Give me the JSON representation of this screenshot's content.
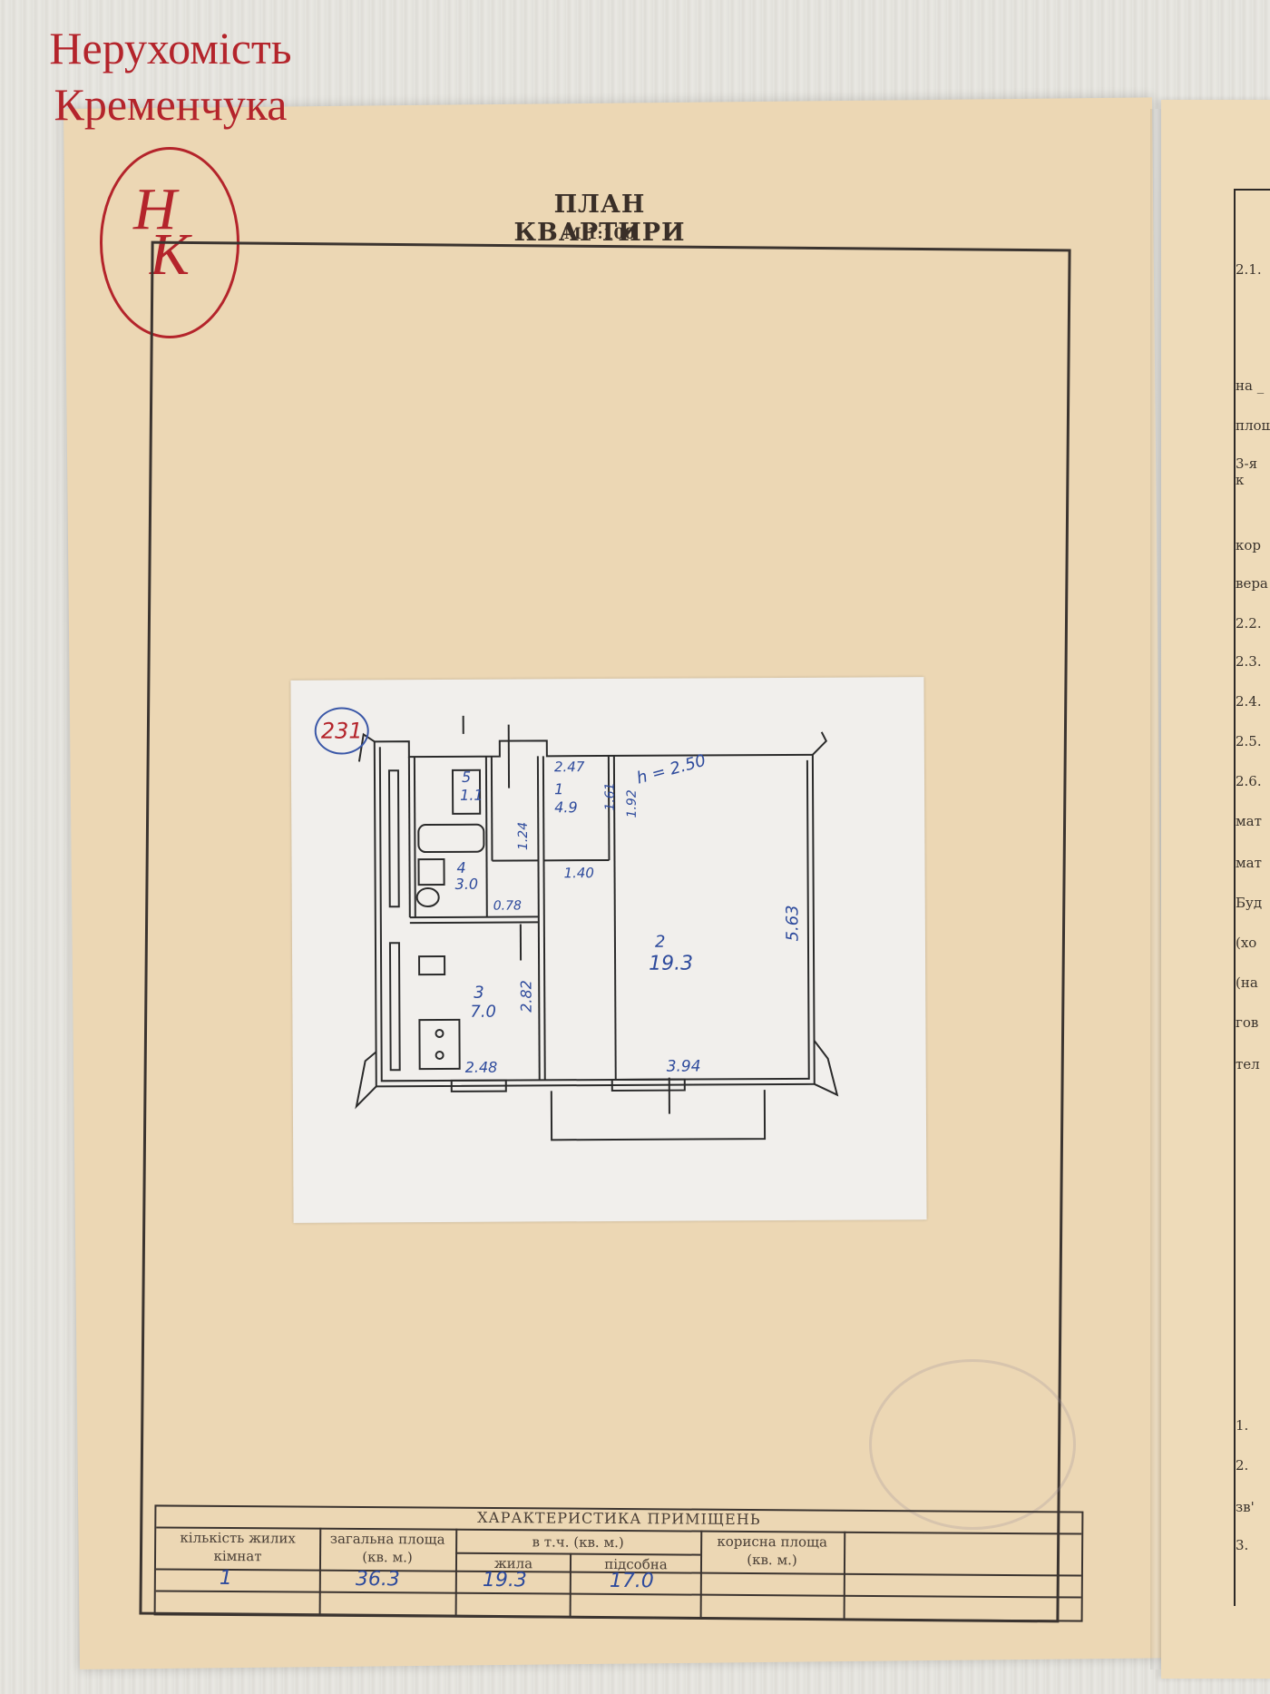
{
  "brand": {
    "line1": "Нерухомість",
    "line2": "Кременчука",
    "logo_l1": "Н",
    "logo_l2": "К"
  },
  "plan": {
    "title": "ПЛАН КВАРТИРИ",
    "scale": "М 1:100"
  },
  "floorplan": {
    "badge": "231",
    "height_note": "h = 2.50",
    "rooms": [
      {
        "number": "5",
        "area": "1.1"
      },
      {
        "number": "1",
        "area": "4.9"
      },
      {
        "number": "4",
        "area": "3.0"
      },
      {
        "number": "2",
        "area": "19.3"
      },
      {
        "number": "3",
        "area": "7.0"
      }
    ],
    "dimensions": [
      "2.47",
      "1.61",
      "1.92",
      "1.24",
      "1.40",
      "0.78",
      "5.63",
      "2.82",
      "2.48",
      "3.94"
    ]
  },
  "table": {
    "title": "ХАРАКТЕРИСТИКА ПРИМІЩЕНЬ",
    "col1": "кількість жилих кімнат",
    "col2": "загальна площа (кв. м.)",
    "col3": "в т.ч. (кв. м.)",
    "col3a": "жила",
    "col3b": "підсобна",
    "col4": "корисна площа (кв. м.)",
    "values": {
      "rooms": "1",
      "total": "36.3",
      "living": "19.3",
      "auxiliary": "17.0"
    }
  },
  "right_sheet": {
    "items": [
      "2.1.",
      "на _",
      "площ",
      "3-я к",
      "кор",
      "вера",
      "2.2.",
      "2.3.",
      "2.4.",
      "2.5.",
      "2.6.",
      "мат",
      "мат",
      "Буд",
      "(хо",
      "(на",
      "гов",
      "тел",
      "1.",
      "2.",
      "зв'",
      "3."
    ]
  }
}
